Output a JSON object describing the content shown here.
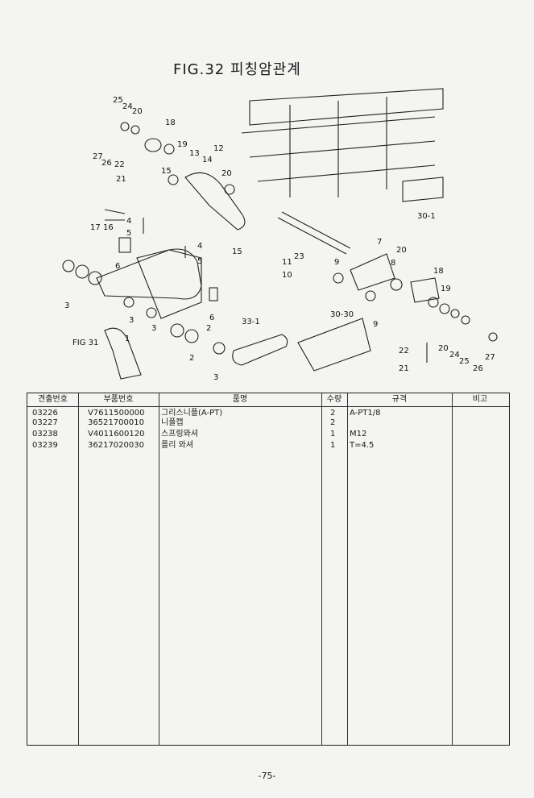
{
  "title": "FIG.32 피칭암관계",
  "diagram": {
    "labels": [
      "25",
      "24",
      "20",
      "18",
      "27",
      "26",
      "22",
      "21",
      "19",
      "13",
      "12",
      "14",
      "15",
      "20",
      "17",
      "16",
      "4",
      "5",
      "6",
      "4",
      "5",
      "3",
      "3",
      "3",
      "2",
      "2",
      "1",
      "6",
      "3",
      "FIG 31",
      "15",
      "23",
      "11",
      "10",
      "9",
      "8",
      "7",
      "20",
      "18",
      "19",
      "9",
      "30-30",
      "33-1",
      "22",
      "21",
      "20",
      "24",
      "25",
      "26",
      "27",
      "30-1"
    ]
  },
  "table": {
    "headers": [
      "견출번호",
      "부품번호",
      "품명",
      "수량",
      "규격",
      "비고"
    ],
    "rows": [
      {
        "ref": "03226",
        "part": "V7611500000",
        "name": "그리스니플(A-PT)",
        "qty": "2",
        "spec": "A-PT1/8",
        "note": ""
      },
      {
        "ref": "03227",
        "part": "36521700010",
        "name": "니플캡",
        "qty": "2",
        "spec": "",
        "note": ""
      },
      {
        "ref": "03238",
        "part": "V4011600120",
        "name": "스프링와셔",
        "qty": "1",
        "spec": "M12",
        "note": ""
      },
      {
        "ref": "03239",
        "part": "36217020030",
        "name": "플리 와셔",
        "qty": "1",
        "spec": "T=4.5",
        "note": ""
      }
    ]
  },
  "page_number": "-75-"
}
